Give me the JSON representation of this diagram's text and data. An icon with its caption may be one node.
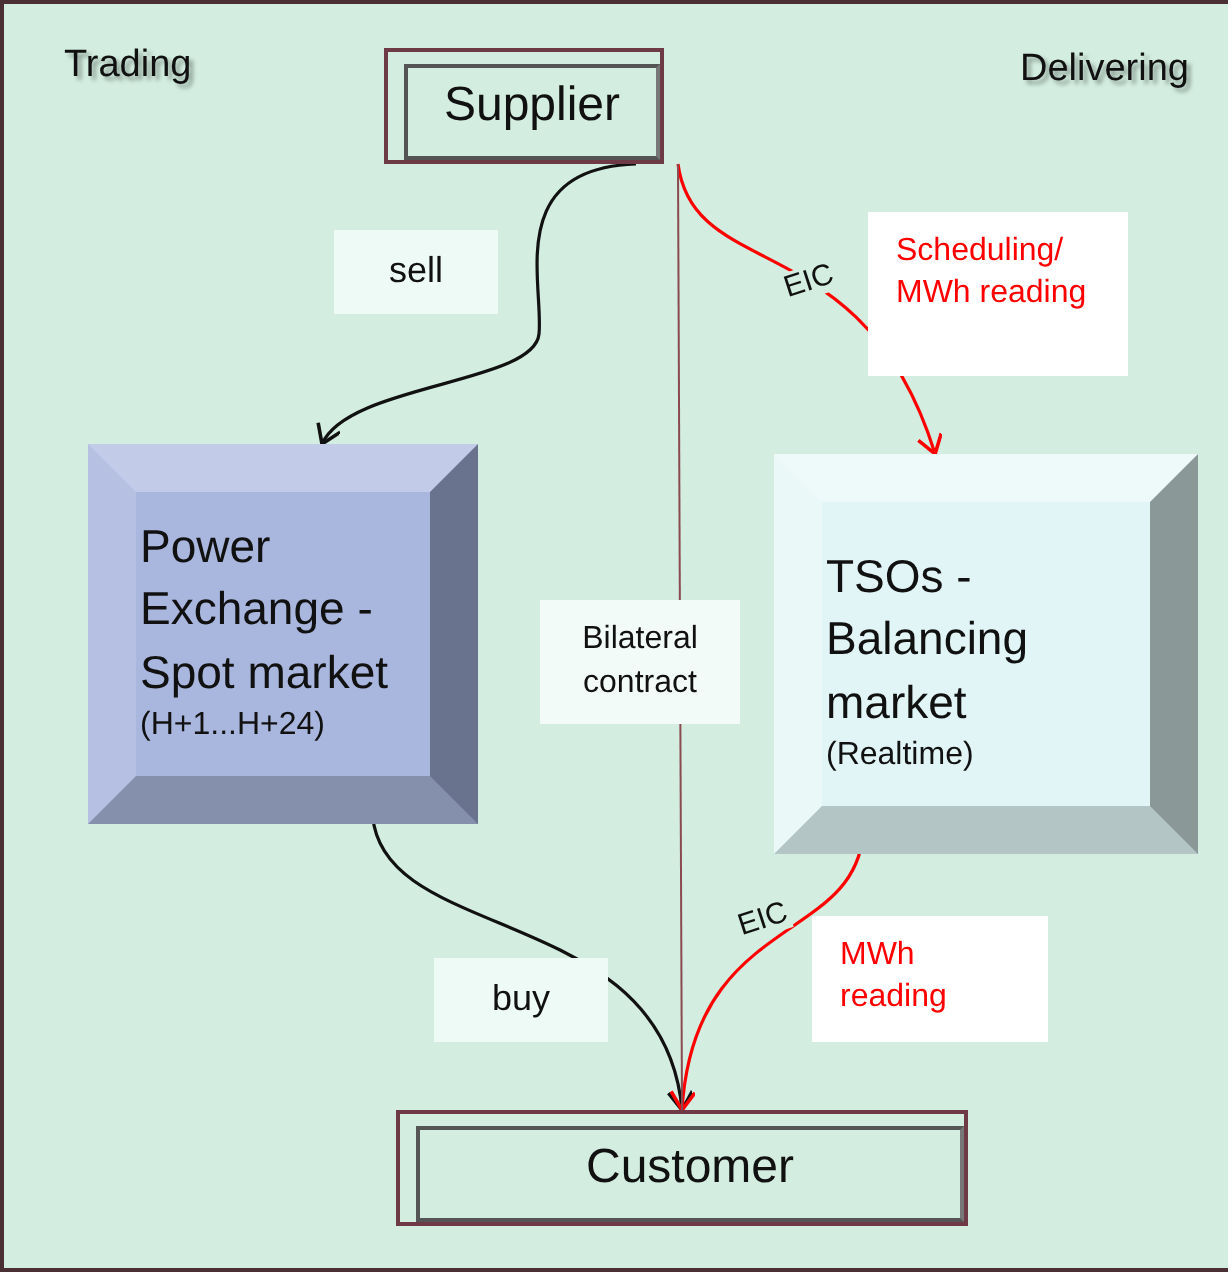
{
  "diagram": {
    "nodes": [
      {
        "text": [
          "Supplier"
        ]
      },
      {
        "text": [
          "Power Exchange - Spot market",
          "(H+1...H+24)"
        ]
      },
      {
        "text": [
          "TSOs - Balancing market",
          "(Realtime)"
        ]
      },
      {
        "text": [
          "Customer"
        ]
      }
    ],
    "edges": [
      {
        "from": 0,
        "to": 1,
        "arrow": "to",
        "label": "sell"
      },
      {
        "from": 0,
        "to": 2,
        "arrow": "to",
        "label": "EIC",
        "color": "#ff0000"
      },
      {
        "from": 1,
        "to": 3,
        "arrow": "to",
        "label": "buy"
      },
      {
        "from": 2,
        "to": 3,
        "arrow": "to",
        "label": "EIC",
        "color": "#ff0000"
      },
      {
        "from": 0,
        "to": 3,
        "arrow": "none",
        "label": "Bilateral contract",
        "color": "#8a4a50"
      }
    ],
    "labels": [
      "Trading",
      "Delivering",
      "Scheduling/ MWh reading",
      "MWh reading"
    ]
  }
}
